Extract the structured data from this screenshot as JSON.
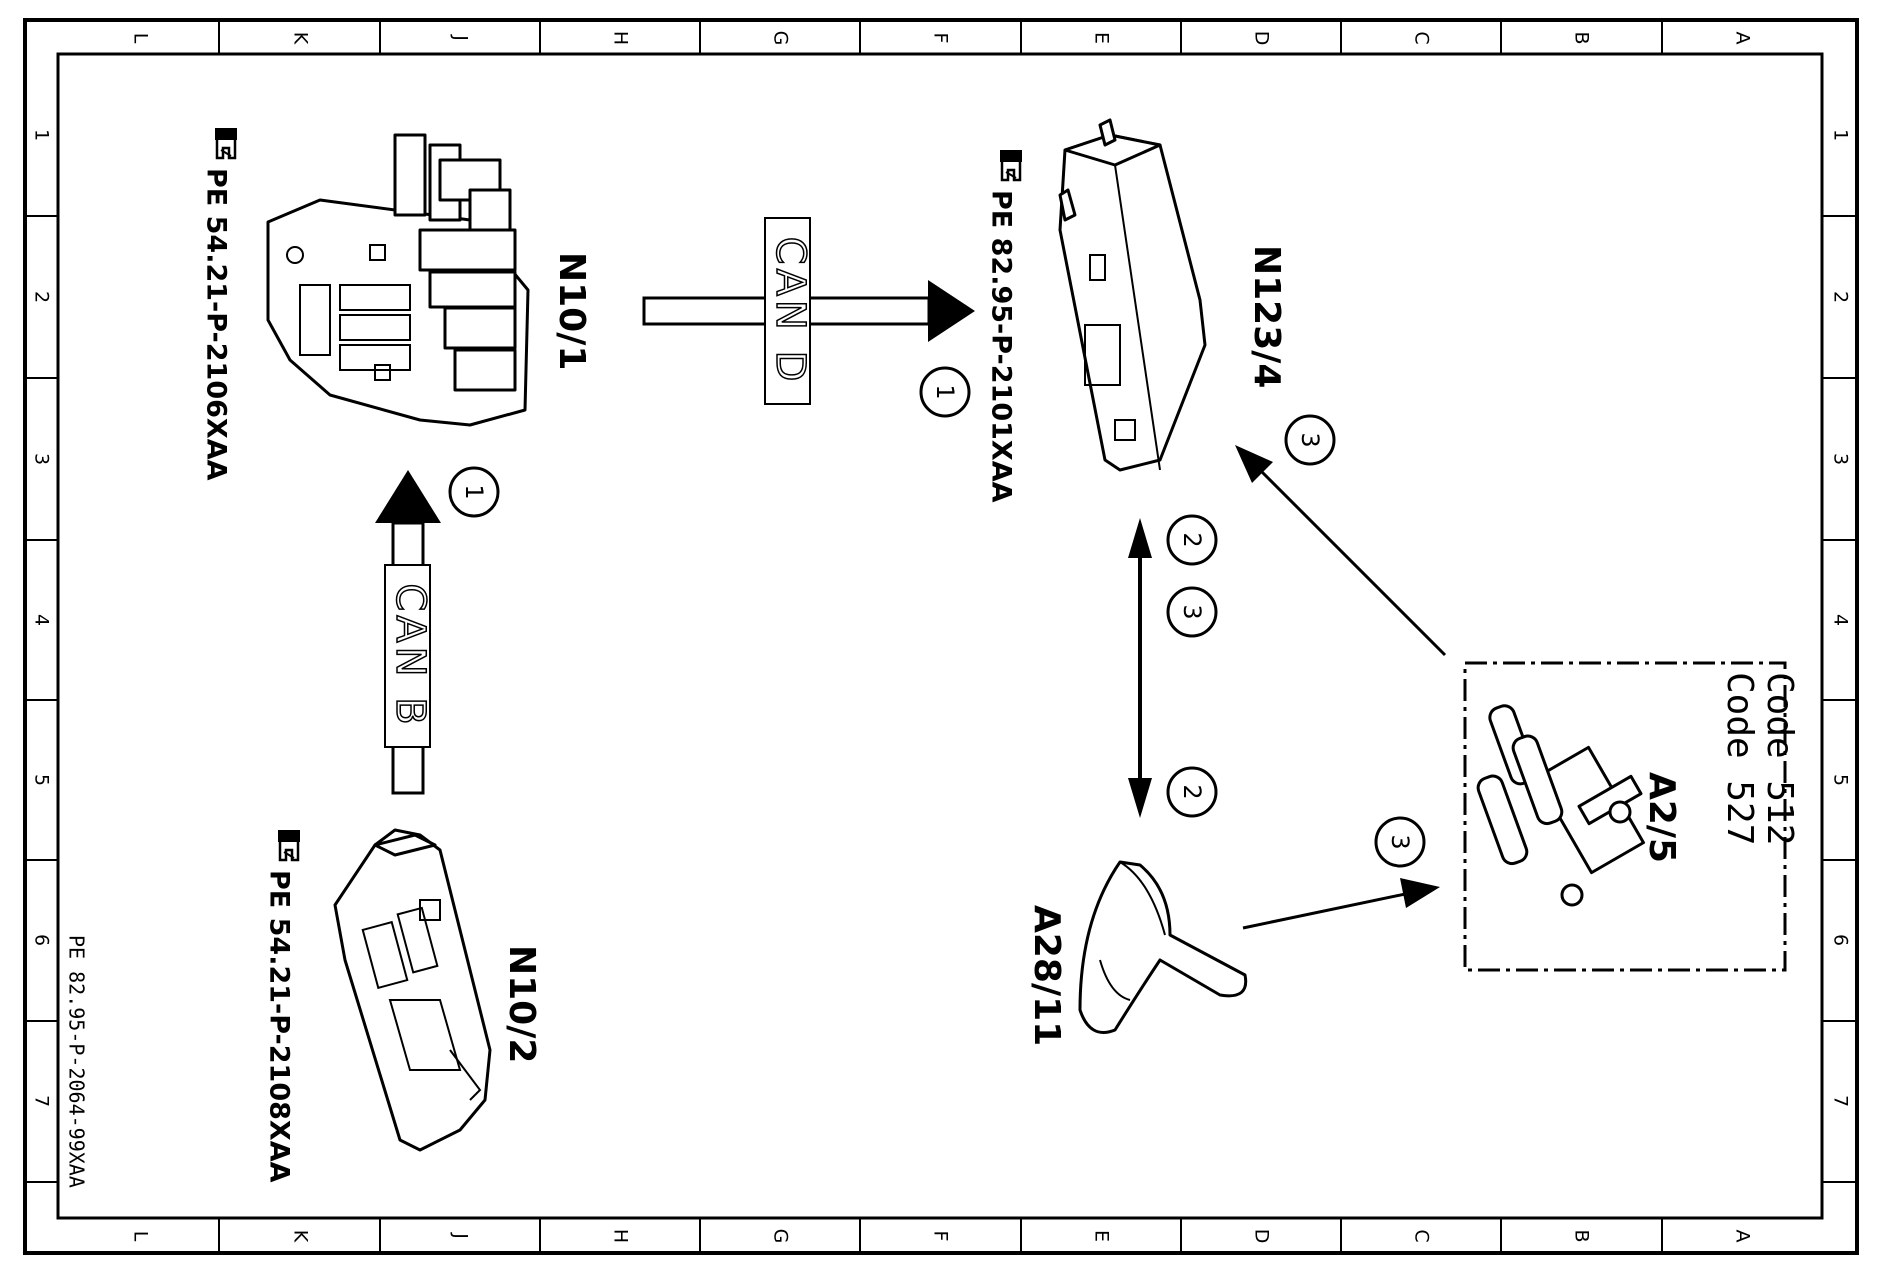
{
  "frame": {
    "col_letters": [
      "L",
      "K",
      "J",
      "H",
      "G",
      "F",
      "E",
      "D",
      "C",
      "B",
      "A"
    ],
    "row_numbers": [
      "1",
      "2",
      "3",
      "4",
      "5",
      "6",
      "7"
    ]
  },
  "components": {
    "n10_1": {
      "label": "N10/1",
      "ref": "PE 54.21-P-2106XAA"
    },
    "n10_2": {
      "label": "N10/2",
      "ref": "PE 54.21-P-2108XAA"
    },
    "n123_4": {
      "label": "N123/4",
      "ref": "PE 82.95-P-2101XAA"
    },
    "a28_11": {
      "label": "A28/11"
    },
    "a2_5": {
      "label": "A2/5",
      "code_1": "Code 512",
      "code_2": "Code 527"
    }
  },
  "buses": {
    "can_d": "CAN D",
    "can_b": "CAN B"
  },
  "markers": {
    "m1_top": "1",
    "m1_left": "1",
    "m2_upper": "2",
    "m3_upper": "3",
    "m2_lower": "2",
    "m3_right_top": "3",
    "m3_right_bottom": "3"
  },
  "doc_id": "PE 82.95-P-2064-99XAA",
  "icons": {
    "reference": "pointing-hand-book-icon"
  }
}
